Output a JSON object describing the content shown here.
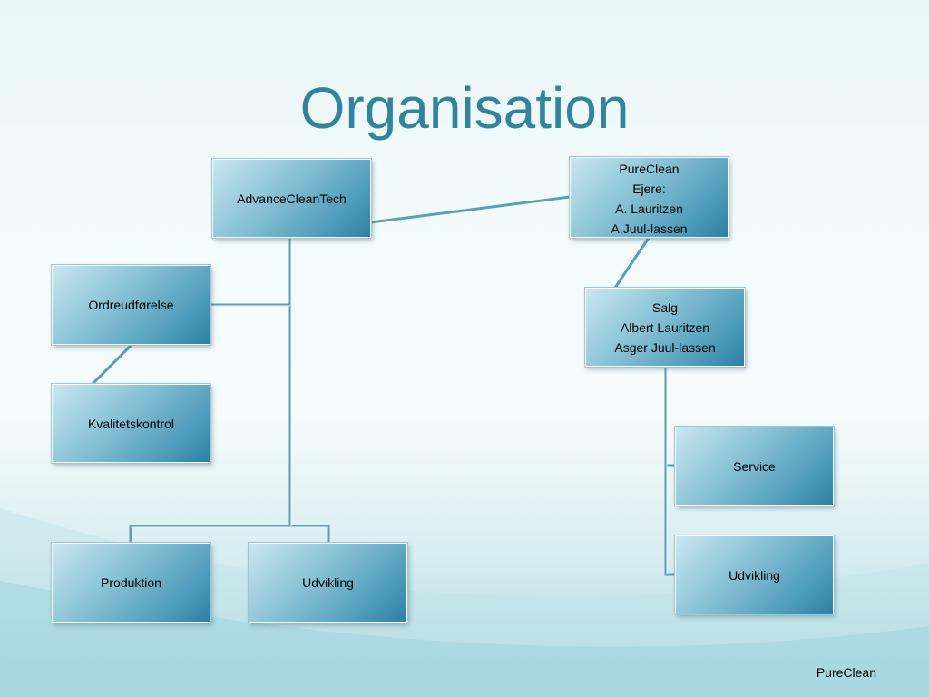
{
  "title": "Organisation",
  "footer": "PureClean",
  "nodes": {
    "advancecleantech": [
      "AdvanceCleanTech"
    ],
    "pureclean": [
      "PureClean",
      "Ejere:",
      "A. Lauritzen",
      "A.Juul-lassen"
    ],
    "ordreudforelse": [
      "Ordreudførelse"
    ],
    "kvalitetskontrol": [
      "Kvalitetskontrol"
    ],
    "salg": [
      "Salg",
      "Albert Lauritzen",
      "Asger Juul-lassen"
    ],
    "service": [
      "Service"
    ],
    "udvikling_right": [
      "Udvikling"
    ],
    "produktion": [
      "Produktion"
    ],
    "udvikling_left": [
      "Udvikling"
    ]
  },
  "colors": {
    "title": "#31849b",
    "box_light": "#c9e7f0",
    "box_dark": "#2d7fa5",
    "connector": "#5a9fb3"
  }
}
